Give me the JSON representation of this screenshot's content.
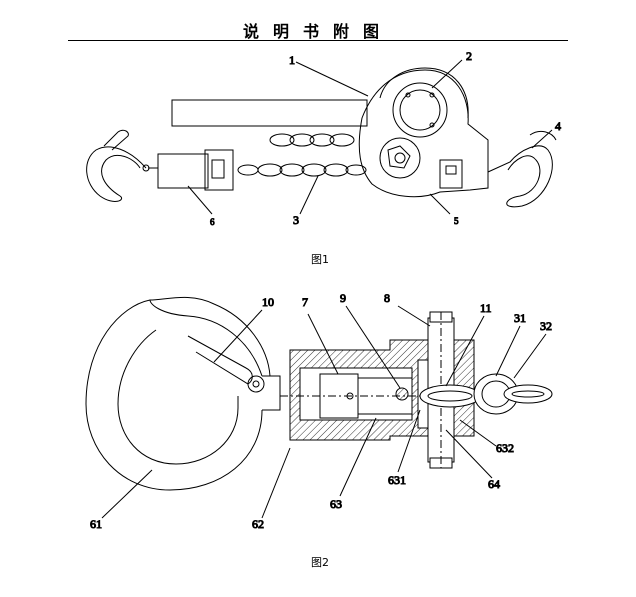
{
  "header": {
    "title": "说明书附图"
  },
  "figure1": {
    "caption": "图1",
    "labels": {
      "l1": "1",
      "l2": "2",
      "l3": "3",
      "l4": "4",
      "l5": "5",
      "l6": "6"
    }
  },
  "figure2": {
    "caption": "图2",
    "labels": {
      "l10": "10",
      "l7": "7",
      "l9": "9",
      "l8": "8",
      "l11": "11",
      "l31": "31",
      "l32": "32",
      "l61": "61",
      "l62": "62",
      "l63": "63",
      "l631": "631",
      "l64": "64",
      "l632": "632"
    }
  }
}
